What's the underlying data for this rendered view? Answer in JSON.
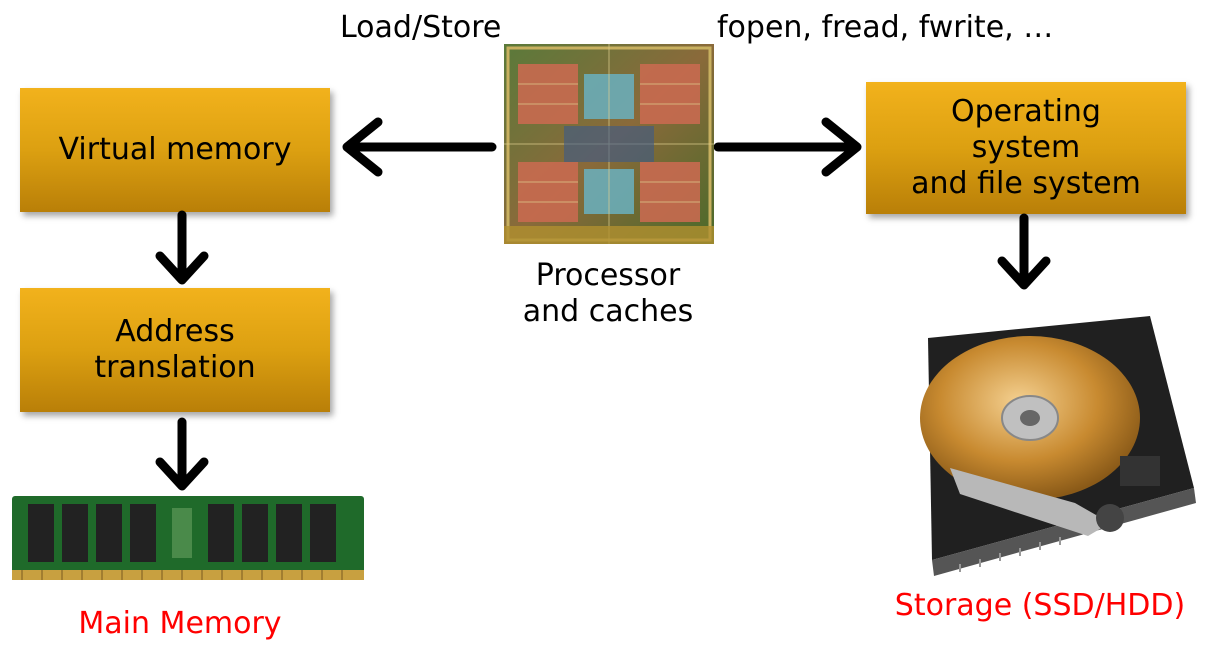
{
  "labels": {
    "load_store": "Load/Store",
    "file_calls": "fopen, fread, fwrite, …"
  },
  "boxes": {
    "virtual_memory": "Virtual memory",
    "address_translation": [
      "Address",
      "translation"
    ],
    "operating_system": [
      "Operating",
      "system",
      "and file system"
    ]
  },
  "captions": {
    "processor": [
      "Processor",
      "and caches"
    ],
    "main_memory": "Main Memory",
    "storage": "Storage (SSD/HDD)"
  },
  "colors": {
    "box_fill": "#dca011",
    "arrow": "#000000",
    "storage_caption": "#ff0000",
    "memory_caption": "#ff0000"
  },
  "icons": [
    "processor-die-icon",
    "ram-module-icon",
    "hard-disk-icon"
  ]
}
